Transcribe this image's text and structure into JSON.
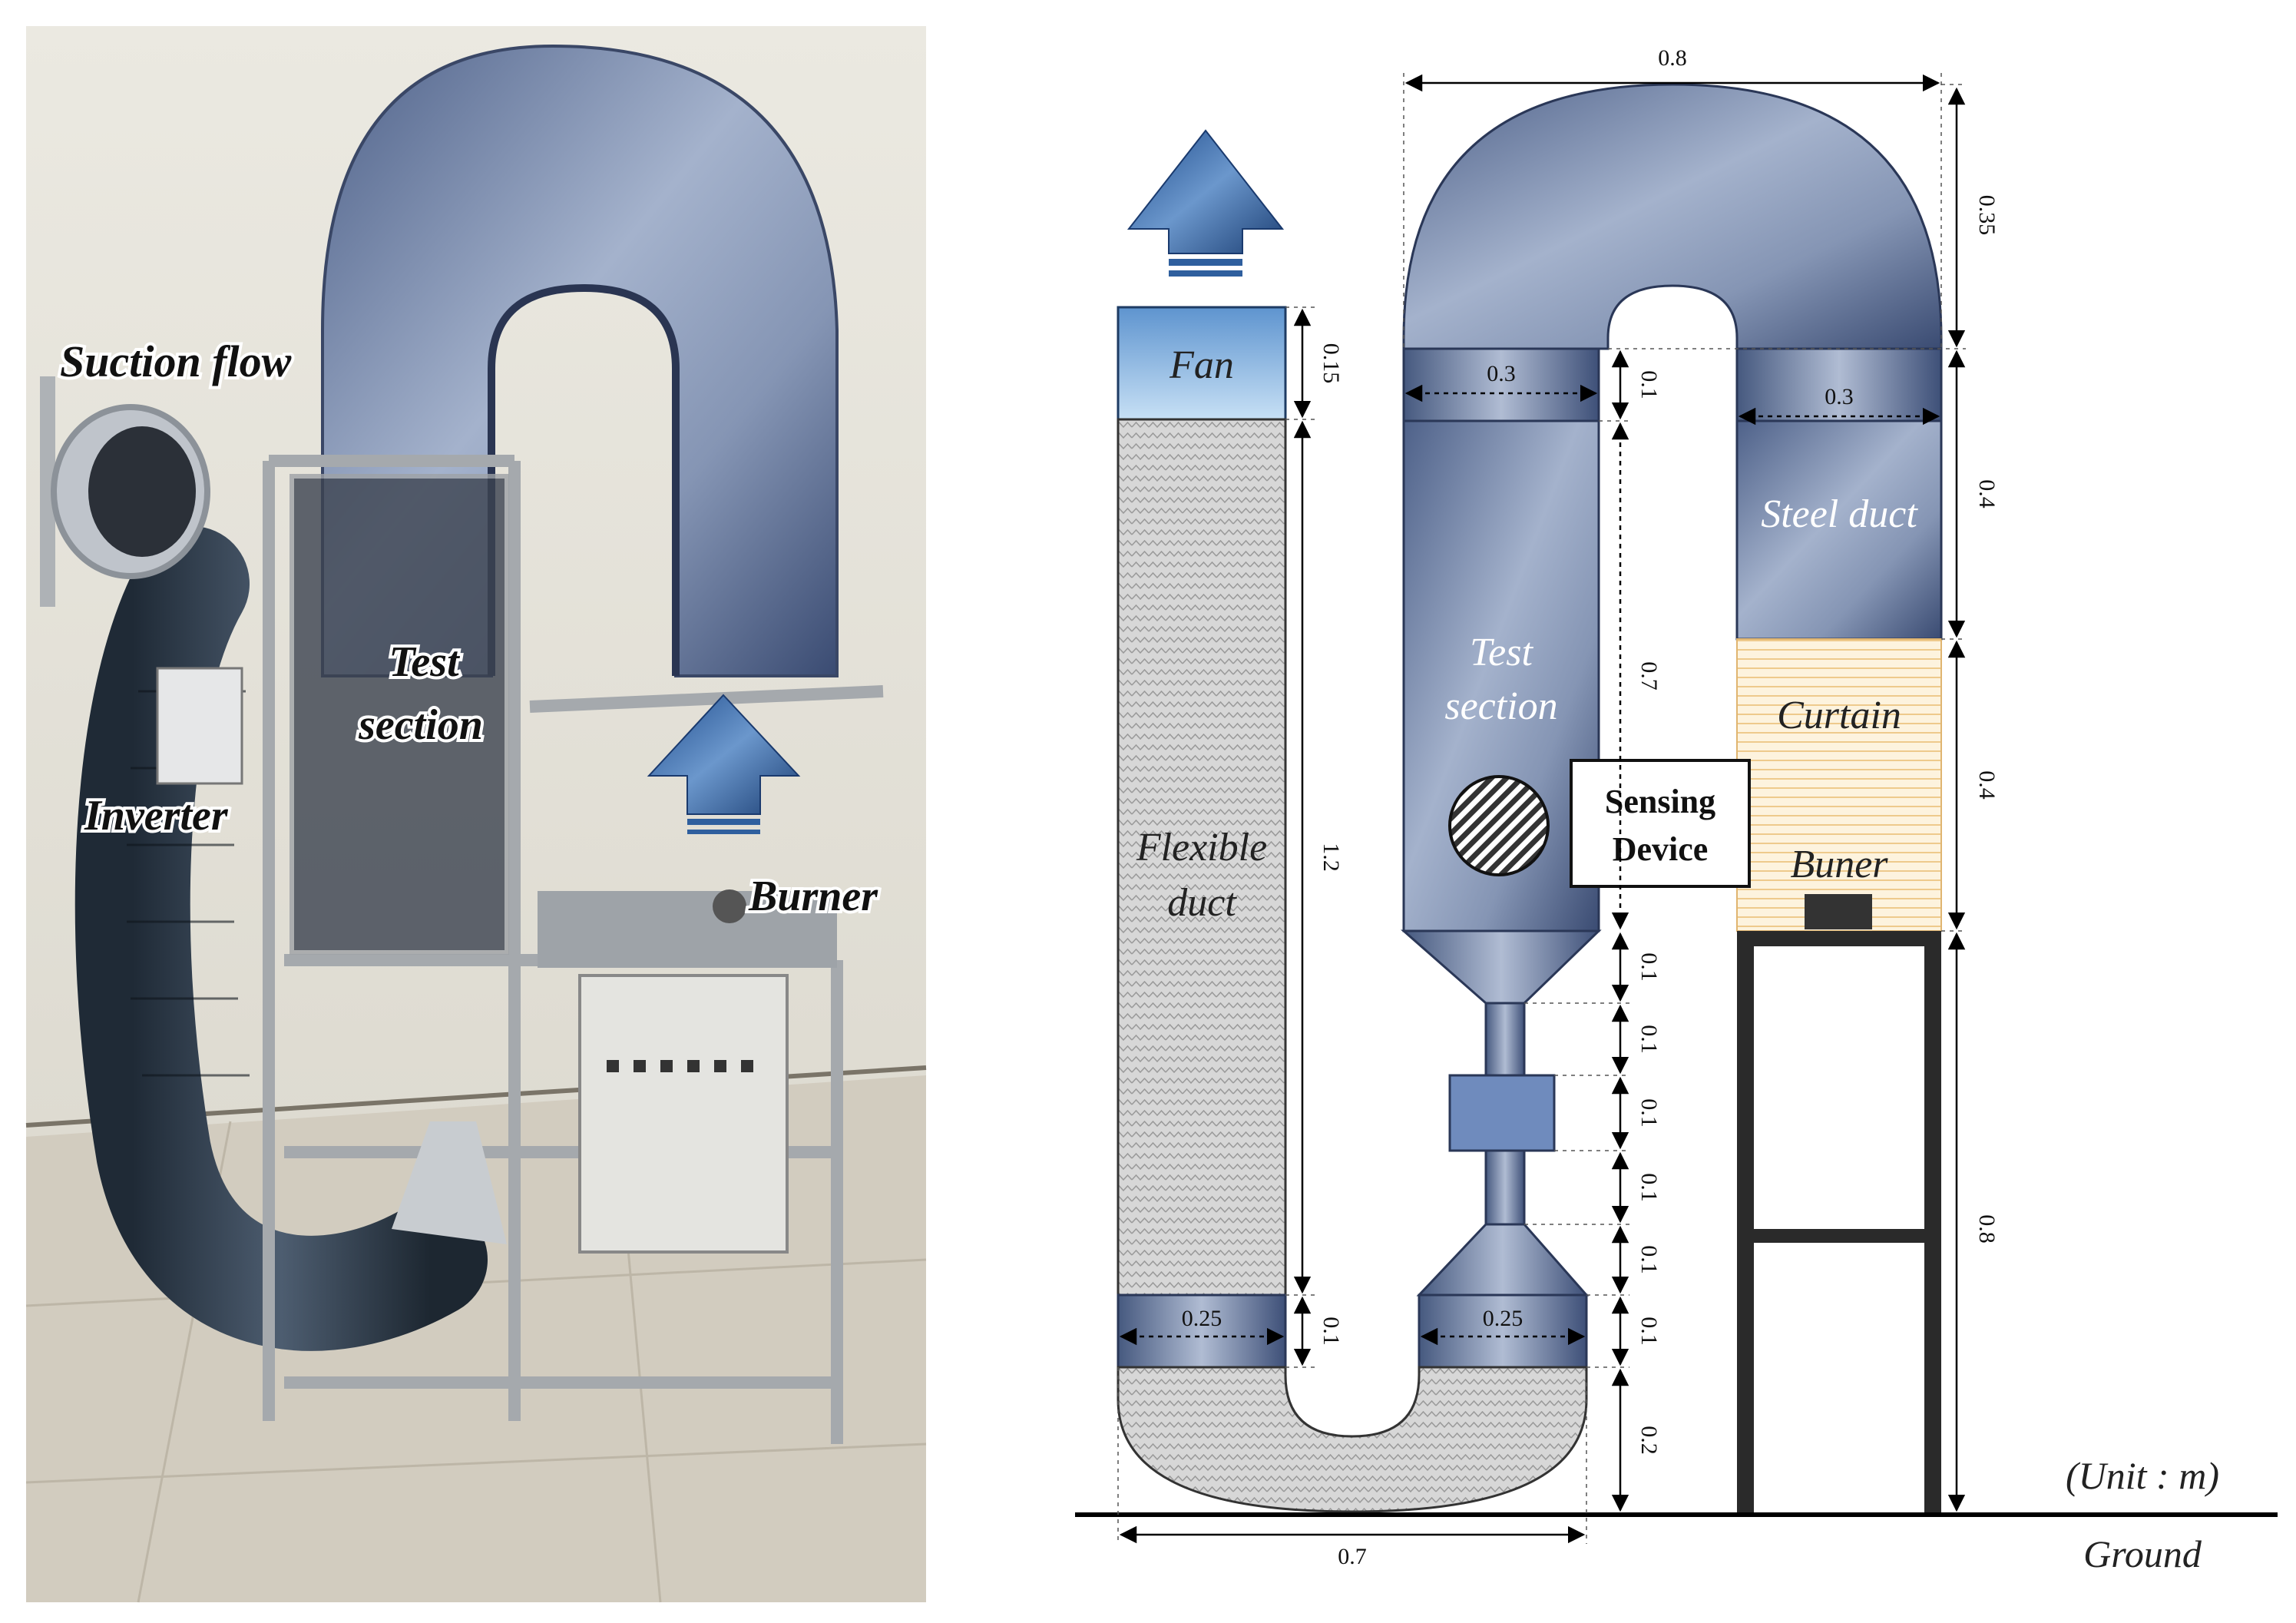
{
  "photo": {
    "labels": {
      "suction_flow": "Suction flow",
      "test": "Test",
      "section": "section",
      "inverter": "Inverter",
      "burner": "Burner"
    }
  },
  "diagram": {
    "labels": {
      "fan": "Fan",
      "flexible": "Flexible",
      "duct": "duct",
      "test": "Test",
      "section": "section",
      "steel_duct": "Steel duct",
      "curtain": "Curtain",
      "buner": "Buner",
      "sensing": "Sensing",
      "device": "Device",
      "unit": "(Unit : m)",
      "ground": "Ground"
    },
    "dimensions": {
      "top_width": "0.8",
      "top_height": "0.35",
      "fan_height": "0.15",
      "bend_out_height": "0.1",
      "left_elbow_width": "0.3",
      "right_elbow_width": "0.3",
      "steel_duct_height": "0.4",
      "test_section_height": "0.7",
      "flexible_duct_height": "1.2",
      "curtain_height": "0.4",
      "taper_1": "0.1",
      "taper_2": "0.1",
      "taper_3": "0.1",
      "taper_4": "0.1",
      "taper_5": "0.1",
      "bottom_height": "0.1",
      "bottom_left_width": "0.25",
      "bottom_right_width": "0.25",
      "bottom_left_height": "0.1",
      "u_bend_height": "0.2",
      "stand_height": "0.8",
      "bottom_width": "0.7"
    }
  },
  "colors": {
    "duct_blue": "#7c8fb0",
    "duct_dark": "#3d4f75",
    "arrow_blue": "#2f5f9e",
    "fan_blue": "#8fbde6",
    "curtain": "#fbeacb",
    "wall": "#e6e4dc",
    "floor": "#cfc9bb"
  }
}
